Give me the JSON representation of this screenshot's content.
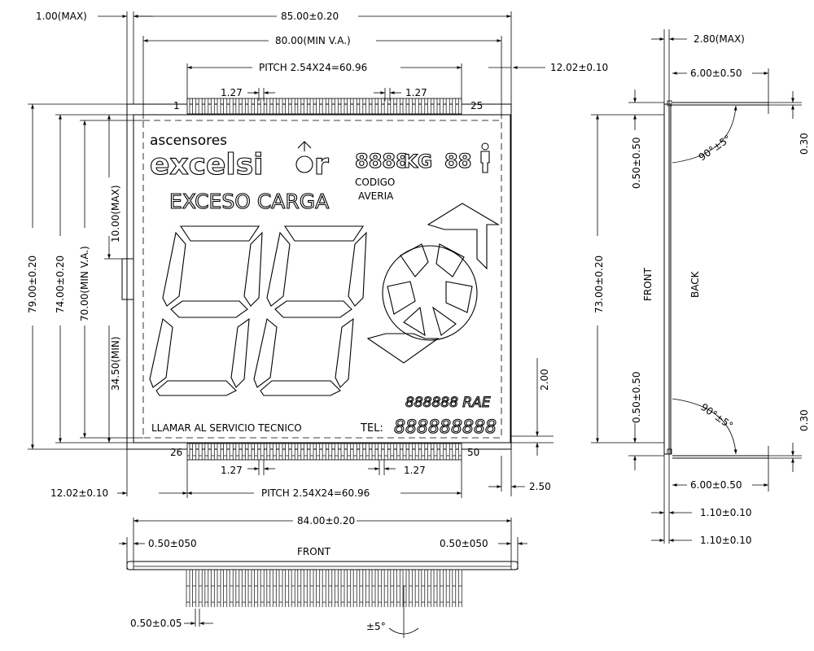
{
  "dimensions": {
    "top_max": "1.00(MAX)",
    "overall_width": "85.00±0.20",
    "va_width": "80.00(MIN V.A.)",
    "pitch_top": "PITCH 2.54X24=60.96",
    "right_offset_top": "12.02±0.10",
    "pin_pitch_top_left": "1.27",
    "pin_pitch_top_right": "1.27",
    "pin_first": "1",
    "pin_25": "25",
    "pin_26": "26",
    "pin_50": "50",
    "pin_pitch_bot_left": "1.27",
    "pin_pitch_bot_right": "1.27",
    "left_offset_bot": "12.02±0.10",
    "pitch_bot": "PITCH 2.54X24=60.96",
    "dim_250": "2.50",
    "dim_200": "2.00",
    "overall_height": "79.00±0.20",
    "height_74": "74.00±0.20",
    "va_height": "70.00(MIN V.A.)",
    "min_3450": "34.50(MIN)",
    "max_1000": "10.00(MAX)"
  },
  "bottom_view": {
    "width": "84.00±0.20",
    "left_pad": "0.50±050",
    "right_pad": "0.50±050",
    "label": "FRONT",
    "pin_width": "0.50±0.05",
    "angle": "±5°"
  },
  "side_view": {
    "thickness": "2.80(MAX)",
    "pin_len_top": "6.00±0.50",
    "pin_len_bot": "6.00±0.50",
    "dim_030_top": "0.30",
    "dim_030_bot": "0.30",
    "angle_top": "90°±5°",
    "angle_bot": "90°±5°",
    "height": "73.00±0.20",
    "offset_top": "0.50±0.50",
    "offset_bot": "0.50±0.50",
    "front": "FRONT",
    "back": "BACK",
    "dim_110_a": "1.10±0.10",
    "dim_110_b": "1.10±0.10"
  },
  "lcd": {
    "brand_small": "ascensores",
    "brand_large": "excelsi",
    "brand_end": "r",
    "weight_digits": "8888",
    "weight_unit": "KG",
    "persons_digits": "88",
    "codigo": "CODIGO",
    "averia": "AVERIA",
    "exceso": "EXCESO CARGA",
    "model": "888888 RAE",
    "llamar": "LLAMAR AL SERVICIO TECNICO",
    "tel_label": "TEL:",
    "tel_digits": "888888888"
  }
}
